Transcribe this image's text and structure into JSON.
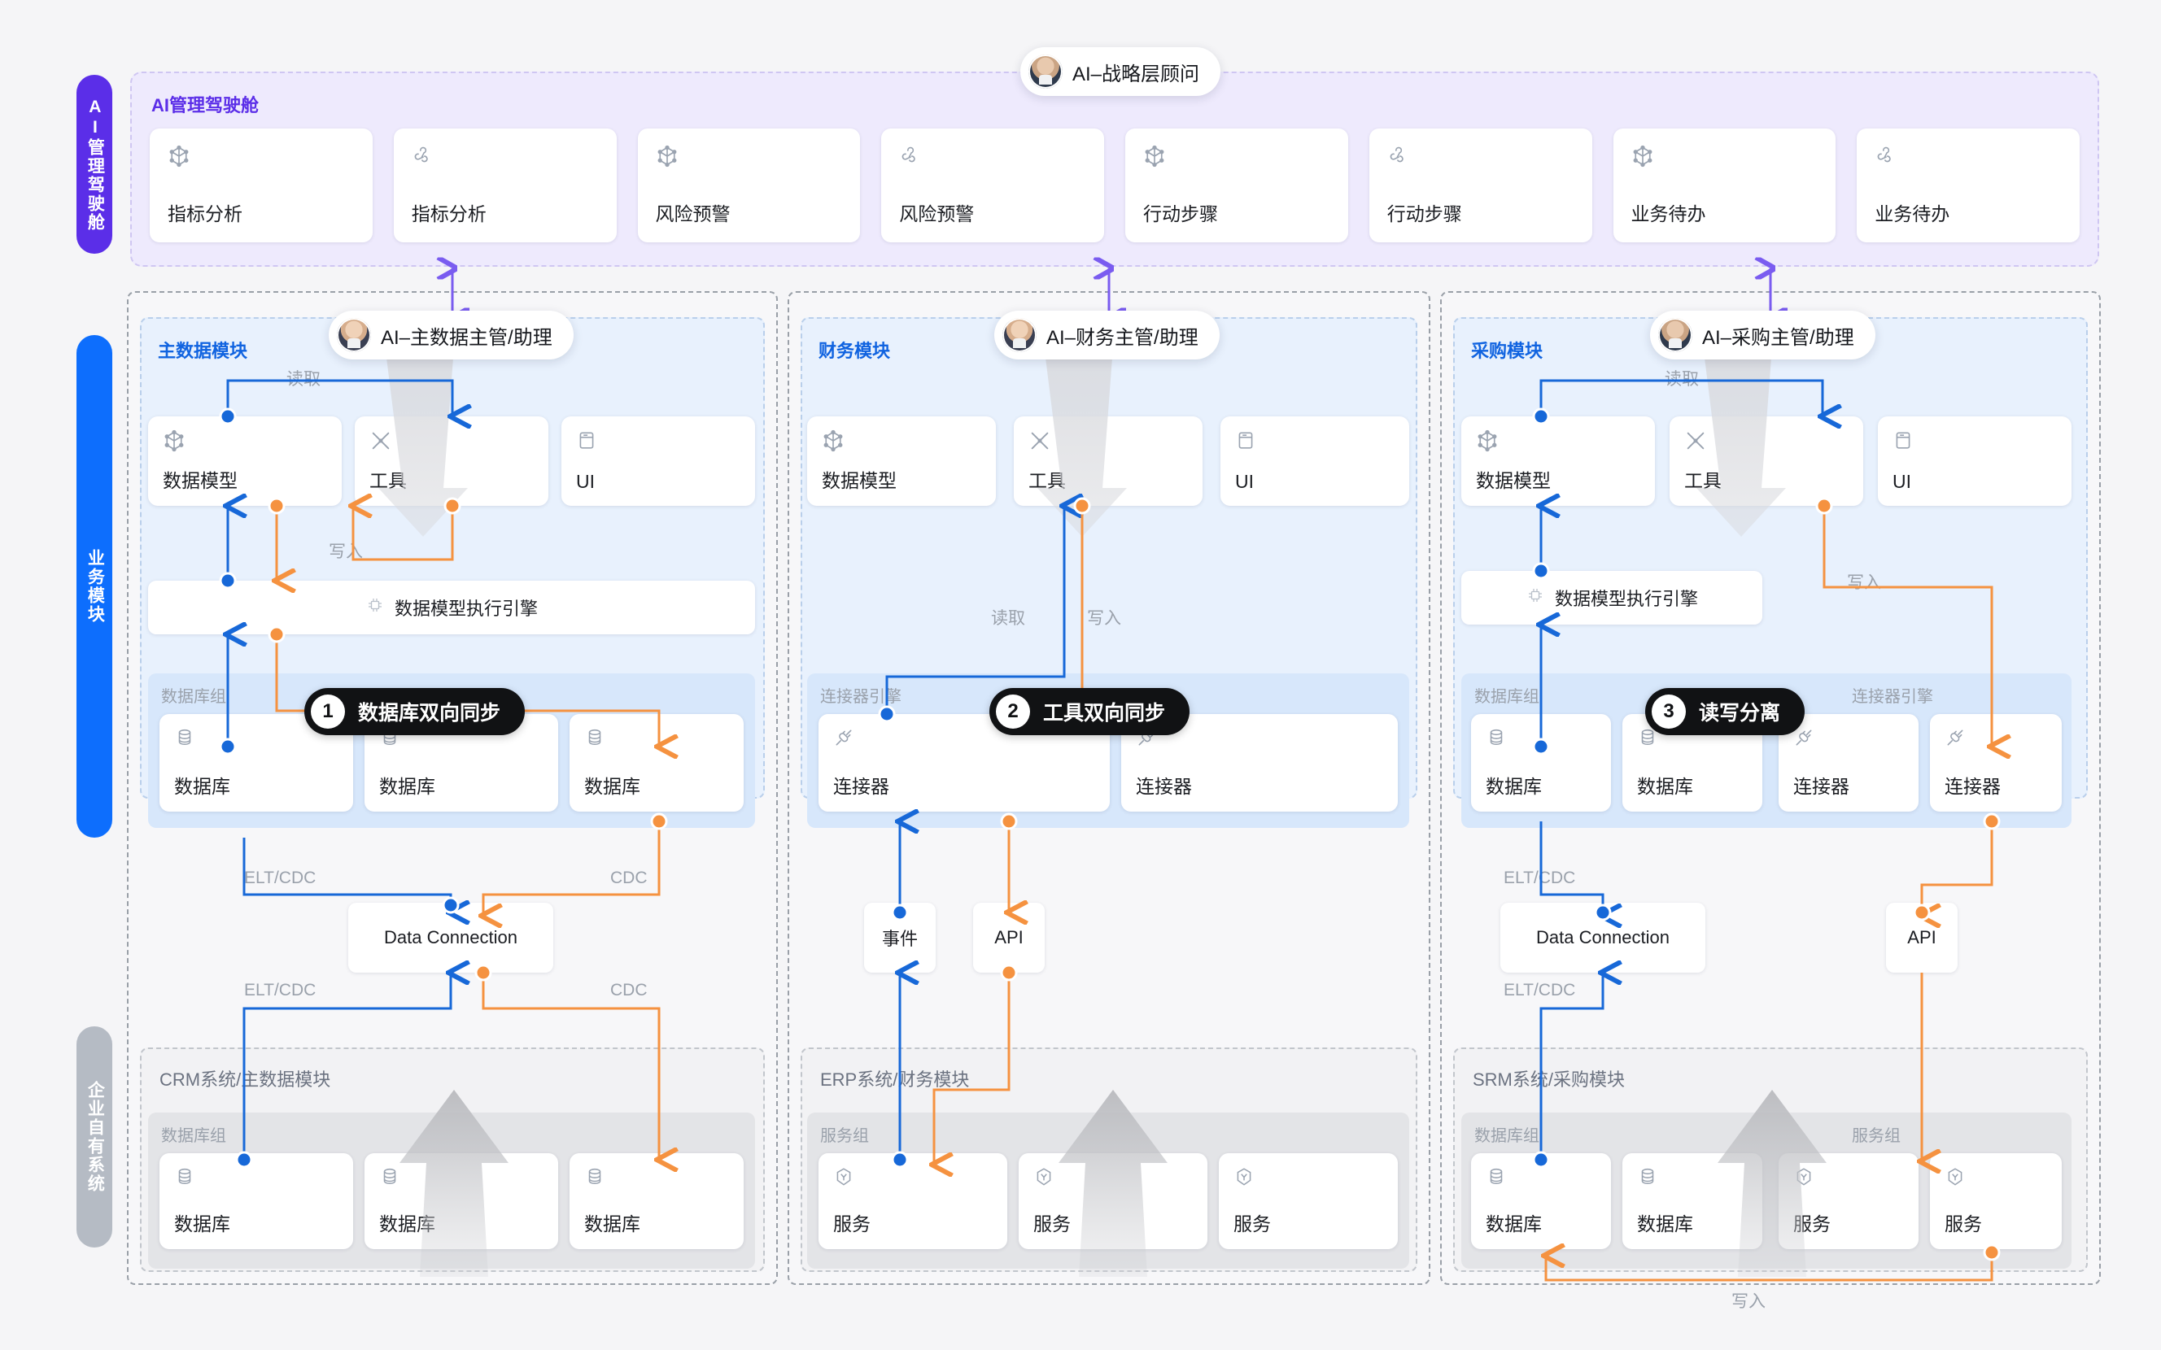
{
  "rails": [
    {
      "label": "AI管理驾驶舱",
      "color": "#5b2ee8"
    },
    {
      "label": "业务模块",
      "color": "#0d6efd"
    },
    {
      "label": "企业自有系统",
      "color": "#b5bbc4"
    }
  ],
  "dashboard": {
    "title": "AI管理驾驶舱",
    "agent": "AI–战略层顾问",
    "cards": [
      {
        "label": "指标分析",
        "icon": "cube-node-icon"
      },
      {
        "label": "指标分析",
        "icon": "webhook-icon"
      },
      {
        "label": "风险预警",
        "icon": "cube-node-icon"
      },
      {
        "label": "风险预警",
        "icon": "webhook-icon"
      },
      {
        "label": "行动步骤",
        "icon": "cube-node-icon"
      },
      {
        "label": "行动步骤",
        "icon": "webhook-icon"
      },
      {
        "label": "业务待办",
        "icon": "cube-node-icon"
      },
      {
        "label": "业务待办",
        "icon": "webhook-icon"
      }
    ]
  },
  "columns": [
    {
      "agent": "AI–主数据主管/助理",
      "module_title": "主数据模块",
      "cards": [
        {
          "label": "数据模型",
          "icon": "cube-node-icon"
        },
        {
          "label": "工具",
          "icon": "tools-icon"
        },
        {
          "label": "UI",
          "icon": "window-icon"
        }
      ],
      "engine": {
        "label": "数据模型执行引擎",
        "icon": "chip-icon"
      },
      "groups": [
        {
          "title": "数据库组",
          "items": [
            {
              "label": "数据库",
              "icon": "database-icon"
            },
            {
              "label": "数据库",
              "icon": "database-icon"
            },
            {
              "label": "数据库",
              "icon": "database-icon"
            }
          ]
        }
      ],
      "step": {
        "num": "1",
        "text": "数据库双向同步"
      },
      "mid_nodes": [
        {
          "label": "Data Connection"
        }
      ],
      "edge_labels": [
        "读取",
        "写入",
        "ELT/CDC",
        "CDC",
        "ELT/CDC",
        "CDC"
      ],
      "system_title": "CRM系统/主数据模块",
      "system_groups": [
        {
          "title": "数据库组",
          "items": [
            {
              "label": "数据库",
              "icon": "database-icon"
            },
            {
              "label": "数据库",
              "icon": "database-icon"
            },
            {
              "label": "数据库",
              "icon": "database-icon"
            }
          ]
        }
      ]
    },
    {
      "agent": "AI–财务主管/助理",
      "module_title": "财务模块",
      "cards": [
        {
          "label": "数据模型",
          "icon": "cube-node-icon"
        },
        {
          "label": "工具",
          "icon": "tools-icon"
        },
        {
          "label": "UI",
          "icon": "window-icon"
        }
      ],
      "engine": null,
      "groups": [
        {
          "title": "连接器引擎",
          "items": [
            {
              "label": "连接器",
              "icon": "connector-icon"
            },
            {
              "label": "连接器",
              "icon": "connector-icon"
            }
          ]
        }
      ],
      "step": {
        "num": "2",
        "text": "工具双向同步"
      },
      "mid_nodes": [
        {
          "label": "事件"
        },
        {
          "label": "API"
        }
      ],
      "edge_labels": [
        "读取",
        "写入"
      ],
      "system_title": "ERP系统/财务模块",
      "system_groups": [
        {
          "title": "服务组",
          "items": [
            {
              "label": "服务",
              "icon": "service-icon"
            },
            {
              "label": "服务",
              "icon": "service-icon"
            },
            {
              "label": "服务",
              "icon": "service-icon"
            }
          ]
        }
      ]
    },
    {
      "agent": "AI–采购主管/助理",
      "module_title": "采购模块",
      "cards": [
        {
          "label": "数据模型",
          "icon": "cube-node-icon"
        },
        {
          "label": "工具",
          "icon": "tools-icon"
        },
        {
          "label": "UI",
          "icon": "window-icon"
        }
      ],
      "engine": {
        "label": "数据模型执行引擎",
        "icon": "chip-icon"
      },
      "groups": [
        {
          "title": "数据库组",
          "items": [
            {
              "label": "数据库",
              "icon": "database-icon"
            },
            {
              "label": "数据库",
              "icon": "database-icon"
            }
          ]
        },
        {
          "title": "连接器引擎",
          "items": [
            {
              "label": "连接器",
              "icon": "connector-icon"
            },
            {
              "label": "连接器",
              "icon": "connector-icon"
            }
          ]
        }
      ],
      "step": {
        "num": "3",
        "text": "读写分离"
      },
      "mid_nodes": [
        {
          "label": "Data Connection"
        },
        {
          "label": "API"
        }
      ],
      "edge_labels": [
        "读取",
        "写入",
        "ELT/CDC",
        "ELT/CDC",
        "写入"
      ],
      "system_title": "SRM系统/采购模块",
      "system_groups": [
        {
          "title": "数据库组",
          "items": [
            {
              "label": "数据库",
              "icon": "database-icon"
            },
            {
              "label": "数据库",
              "icon": "database-icon"
            }
          ]
        },
        {
          "title": "服务组",
          "items": [
            {
              "label": "服务",
              "icon": "service-icon"
            },
            {
              "label": "服务",
              "icon": "service-icon"
            }
          ]
        }
      ]
    }
  ],
  "colors": {
    "read_flow": "#1768d8",
    "write_flow": "#f59240",
    "agent_flow": "#7a5cf0",
    "accent_purple": "#5b2ee8",
    "accent_blue": "#0d6efd"
  }
}
